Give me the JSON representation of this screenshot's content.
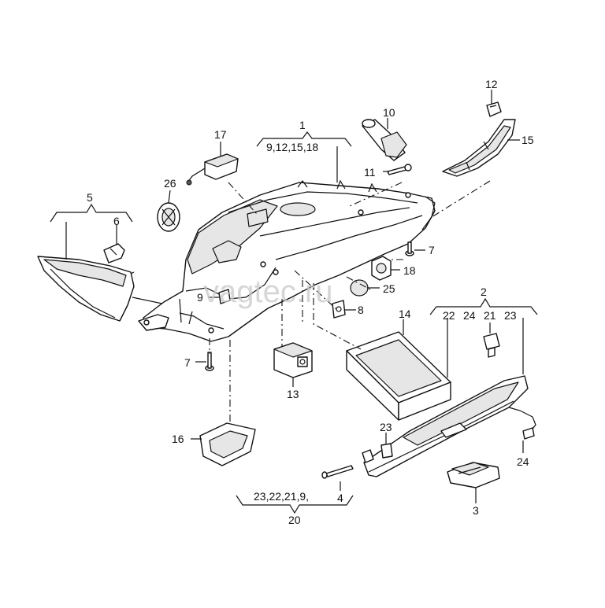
{
  "watermark": "vagtec.ru",
  "callouts": {
    "c1": "1",
    "c1_sub": "9,12,15,18",
    "c2": "2",
    "c2_a": "22",
    "c2_b": "24",
    "c2_c": "21",
    "c2_d": "23",
    "c3": "3",
    "c4": "4",
    "c5": "5",
    "c6": "6",
    "c7a": "7",
    "c7b": "7",
    "c8": "8",
    "c9": "9",
    "c10": "10",
    "c11": "11",
    "c12": "12",
    "c13": "13",
    "c14": "14",
    "c15": "15",
    "c16": "16",
    "c17": "17",
    "c18": "18",
    "c20": "20",
    "c20_sub": "23,22,21,9,",
    "c23": "23",
    "c24": "24",
    "c25": "25",
    "c26": "26"
  }
}
